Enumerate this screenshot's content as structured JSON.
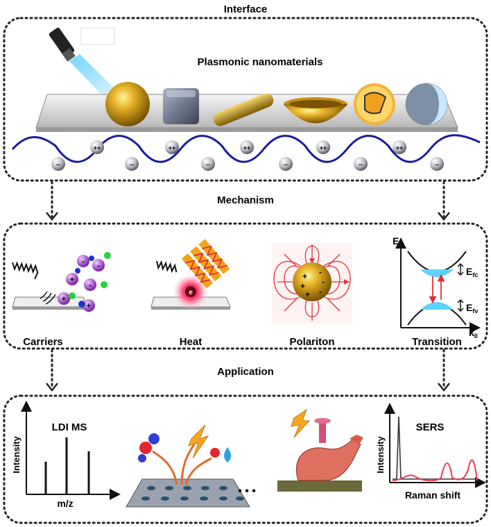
{
  "sections": {
    "interface": "Interface",
    "mechanism": "Mechanism",
    "application": "Application"
  },
  "interface_panel": {
    "title": "Plasmonic nanomaterials"
  },
  "mechanism_panel": {
    "carriers": "Carriers",
    "heat": "Heat",
    "polariton": "Polariton",
    "transition": "Transition",
    "energy_axis": "E",
    "k_axis": "k",
    "k_subscript": "II",
    "efc": "E",
    "efc_sub": "fc",
    "efv": "E",
    "efv_sub": "fv"
  },
  "application_panel": {
    "ldi_title": "LDI MS",
    "ldi_ylabel": "Intensity",
    "ldi_xlabel": "m/z",
    "ellipsis": "• • •",
    "sers_title": "SERS",
    "sers_ylabel": "Intensity",
    "sers_xlabel": "Raman shift"
  },
  "colors": {
    "gold": "#d9a520",
    "wave": "#1a1aa0",
    "field": "#e0303a",
    "purple": "#9b33c9",
    "sers_red": "#e8385a"
  }
}
